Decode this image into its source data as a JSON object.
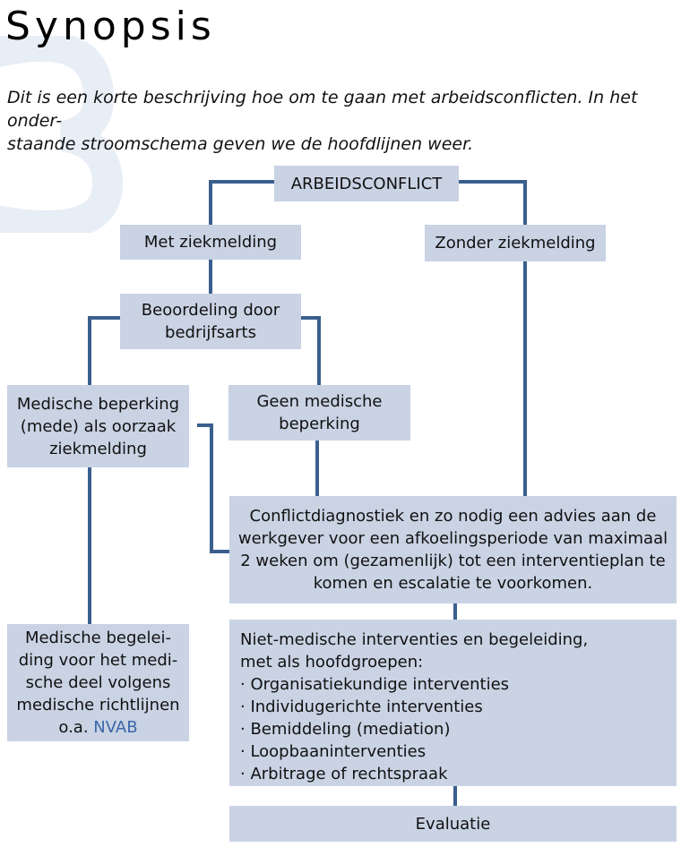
{
  "header": {
    "title": "Synopsis",
    "intro": "Dit is een korte beschrijving hoe om te gaan met arbeidsconflicten. In het onderstaande stroomschema geven we de hoofdlijnen weer.",
    "intro_line1": "Dit is een korte beschrijving hoe om te gaan met arbeidsconflicten. In het onder-",
    "intro_line2": "staande stroomschema geven we de hoofdlijnen weer."
  },
  "flowchart": {
    "root": "ARBEIDSCONFLICT",
    "met_ziekmelding": "Met ziekmelding",
    "zonder_ziekmelding": "Zonder ziekmelding",
    "beoordeling": [
      "Beoordeling door",
      "bedrijfsarts"
    ],
    "medische_beperking": [
      "Medische beperking",
      "(mede) als oorzaak",
      "ziekmelding"
    ],
    "geen_medische_beperking": [
      "Geen medische",
      "beperking"
    ],
    "conflictdiagnostiek": [
      "Conflictdiagnostiek en zo nodig een advies aan de",
      "werkgever voor een afkoelingsperiode van maximaal",
      "2 weken om (gezamenlijk) tot een interventieplan te",
      "komen en escalatie te voorkomen."
    ],
    "medische_begeleiding": [
      "Medische begelei-",
      "ding voor het medi-",
      "sche deel volgens",
      "medische richtlijnen"
    ],
    "medische_begeleiding_prefix": "o.a. ",
    "medische_begeleiding_link": "NVAB",
    "interventies_intro": [
      "Niet-medische interventies en begeleiding,",
      "met als hoofdgroepen:"
    ],
    "interventies": [
      "· Organisatiekundige interventies",
      "· Individugerichte interventies",
      "· Bemiddeling (mediation)",
      "· Loopbaaninterventies",
      "· Arbitrage of rechtspraak"
    ],
    "evaluatie": "Evaluatie"
  },
  "colors": {
    "box": "#c9d3e4",
    "connector": "#3a5f8e",
    "link": "#3b67a8",
    "watermark": "#e8eef6"
  }
}
